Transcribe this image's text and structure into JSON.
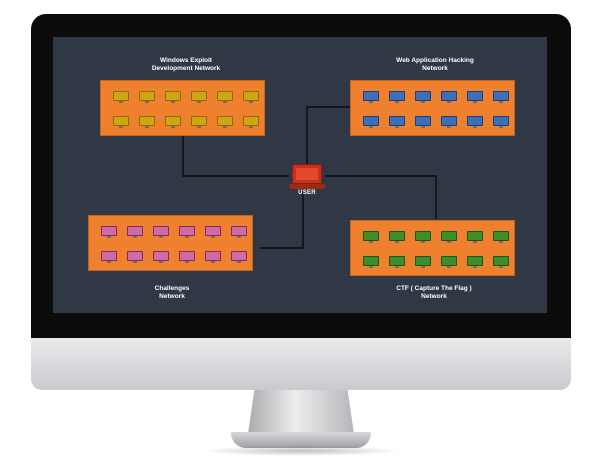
{
  "networks": [
    {
      "id": "windows",
      "title_line1": "Windows Exploit",
      "title_line2": "Development Network",
      "fill": "#d0a514",
      "border": "#8c6d05"
    },
    {
      "id": "webapp",
      "title_line1": "Web Application Hacking",
      "title_line2": "Network",
      "fill": "#3d6fb8",
      "border": "#1c3f78"
    },
    {
      "id": "challenges",
      "title_line1": "Challenges",
      "title_line2": "Network",
      "fill": "#d06aa6",
      "border": "#7d2d5c"
    },
    {
      "id": "ctf",
      "title_line1": "CTF ( Capture The Flag )",
      "title_line2": "Network",
      "fill": "#3e8f28",
      "border": "#1f5414"
    }
  ],
  "user": {
    "label": "USER",
    "icon": "laptop-icon",
    "color": "#c9301c"
  },
  "computers_per_row": 6,
  "rows_per_network": 2,
  "colors": {
    "screen": "#303745",
    "panel": "#ef812e",
    "wire": "#0a0a0a"
  }
}
